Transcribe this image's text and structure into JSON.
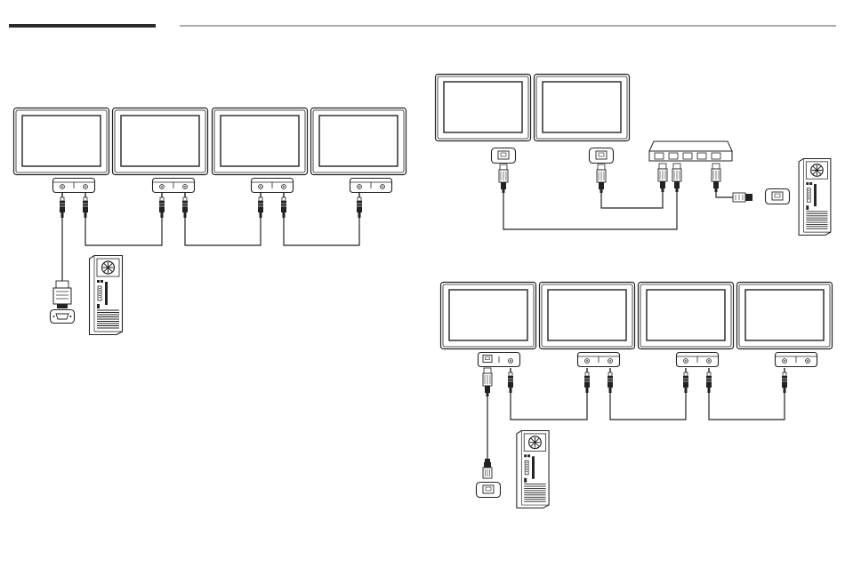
{
  "page": {
    "header_bar_color": "#2b2b2b",
    "rule_color": "#555555"
  },
  "diagrams": {
    "rs232c_daisy_chain": {
      "monitors": 4,
      "pc_port": "rs232c-port",
      "cable": "stereo-to-rs232c"
    },
    "lan_via_hub": {
      "monitors": 2,
      "hub_ports": 5,
      "pc_port": "lan-port",
      "cable": "rj45"
    },
    "lan_to_rs232c_chain": {
      "monitors": 4,
      "pc_port": "lan-port",
      "cable": "rj45-then-stereo"
    }
  }
}
